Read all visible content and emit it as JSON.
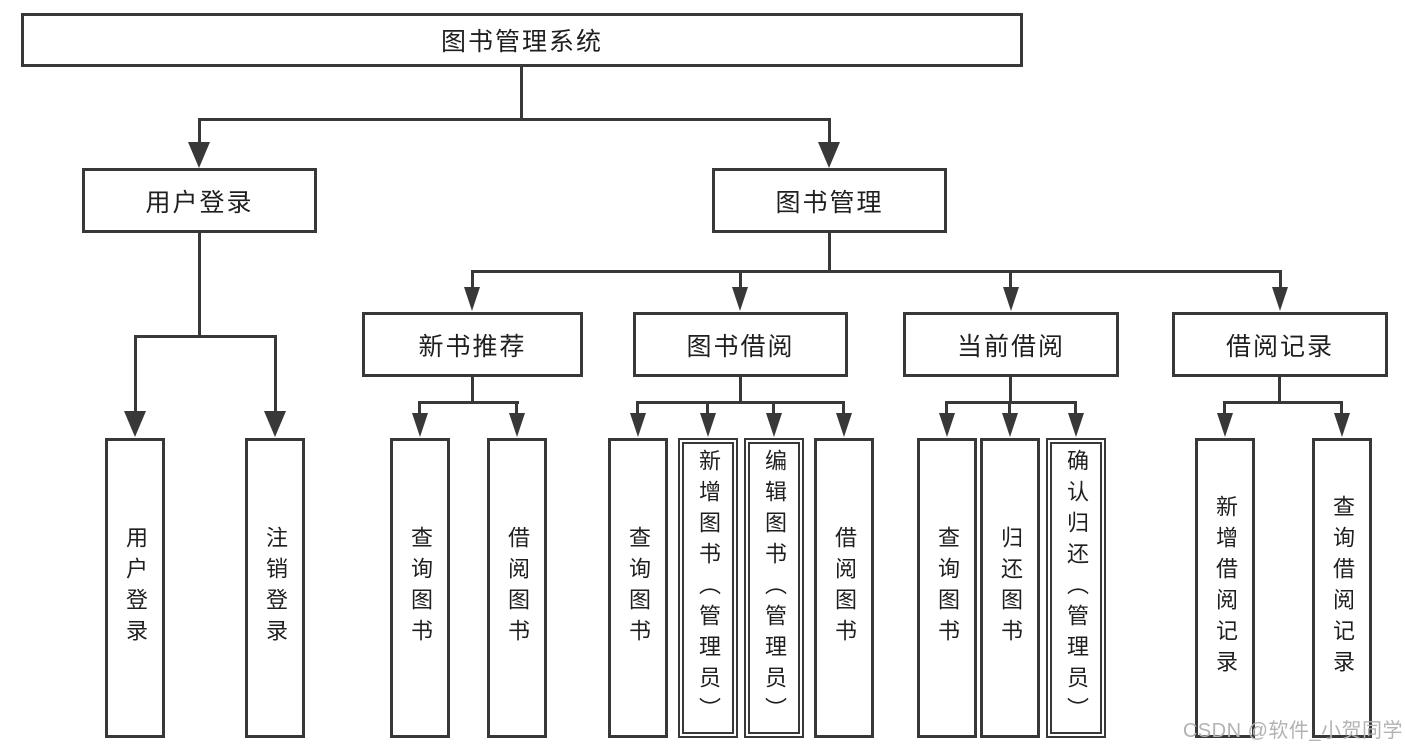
{
  "colors": {
    "line": "#383838",
    "text": "#1f1f1f",
    "watermark": "#b3b3b3",
    "background": "#ffffff"
  },
  "tree": {
    "root": {
      "label": "图书管理系统"
    },
    "user_login": {
      "label": "用户登录",
      "children": [
        {
          "label": "用户登录"
        },
        {
          "label": "注销登录"
        }
      ]
    },
    "book_mgmt": {
      "label": "图书管理",
      "sections": [
        {
          "label": "新书推荐",
          "children": [
            {
              "label": "查询图书"
            },
            {
              "label": "借阅图书"
            }
          ]
        },
        {
          "label": "图书借阅",
          "children": [
            {
              "label": "查询图书"
            },
            {
              "label": "新增图书（管理员）"
            },
            {
              "label": "编辑图书（管理员）"
            },
            {
              "label": "借阅图书"
            }
          ]
        },
        {
          "label": "当前借阅",
          "children": [
            {
              "label": "查询图书"
            },
            {
              "label": "归还图书"
            },
            {
              "label": "确认归还（管理员）"
            }
          ]
        },
        {
          "label": "借阅记录",
          "children": [
            {
              "label": "新增借阅记录"
            },
            {
              "label": "查询借阅记录"
            }
          ]
        }
      ]
    }
  },
  "watermark": {
    "text": "CSDN @软件_小贺同学"
  }
}
